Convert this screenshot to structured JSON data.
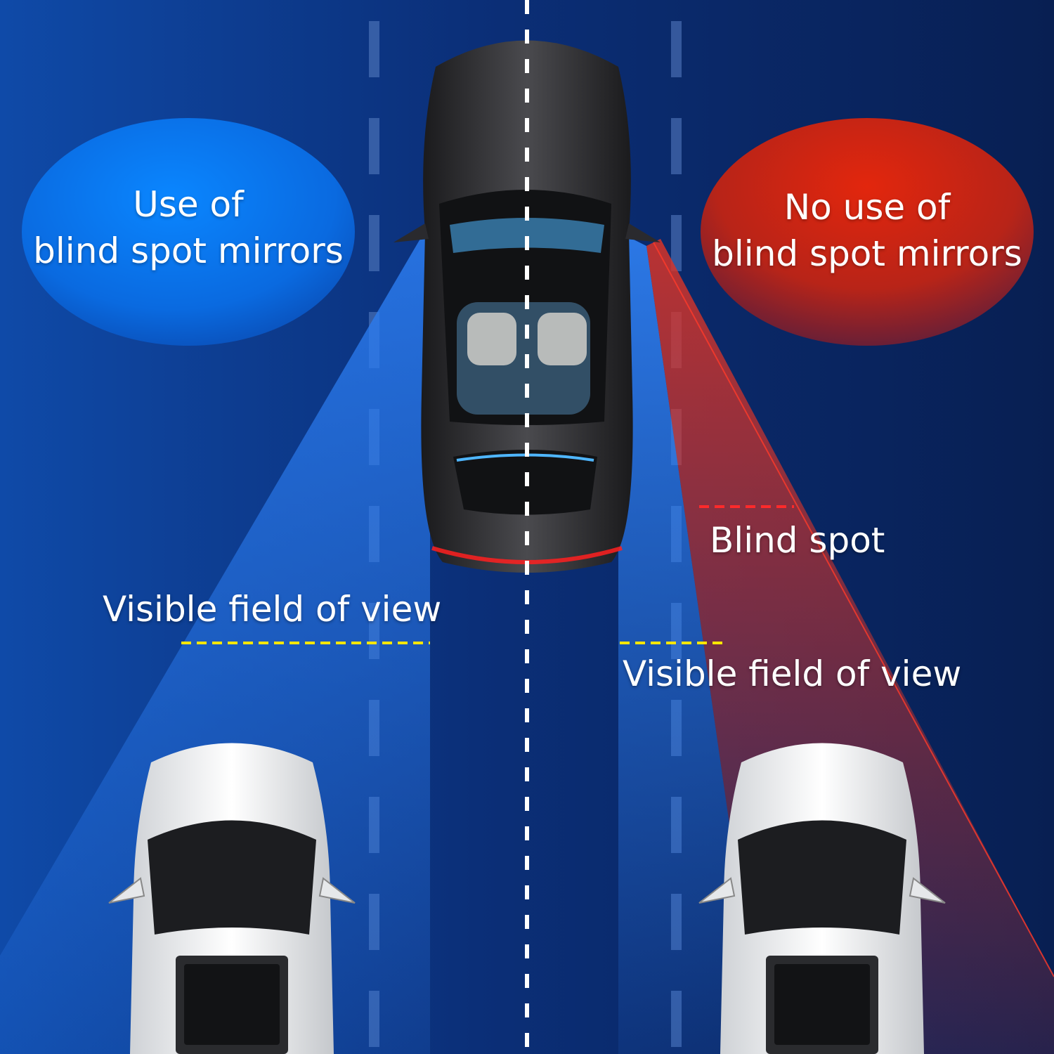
{
  "bubbles": {
    "left": {
      "line1": "Use of",
      "line2": "blind spot mirrors",
      "color": "#0a73e6"
    },
    "right": {
      "line1": "No use of",
      "line2": "blind spot mirrors",
      "color": "#d8210f"
    }
  },
  "labels": {
    "visible_left": "Visible field of view",
    "visible_right": "Visible field of view",
    "blind_spot": "Blind spot"
  },
  "colors": {
    "background_left": "#0f47a8",
    "background_right": "#0a2459",
    "view_cone": "#1f6fe0",
    "blind_spot_cone": "#c9302c",
    "marker_line": "#ffe600",
    "blind_marker_line": "#ff2a2a",
    "center_line": "#ffffff"
  }
}
